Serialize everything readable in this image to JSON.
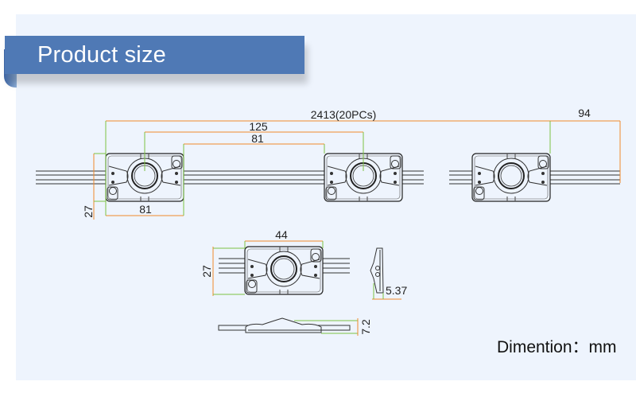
{
  "header": {
    "title": "Product size"
  },
  "dimensions": {
    "chain_length": "2413(20PCs)",
    "pitch": "125",
    "gap": "81",
    "end_lead": "94",
    "module_length_chain": "81",
    "module_width_chain": "27",
    "module_length": "44",
    "module_width": "27",
    "side_depth": "5.37",
    "height": "7.2"
  },
  "unit_label": "Dimention：mm",
  "colors": {
    "banner": "#4f79b5",
    "panel": "#eef4fd",
    "dim_orange": "#f08a2c",
    "dim_green": "#7cc242"
  }
}
